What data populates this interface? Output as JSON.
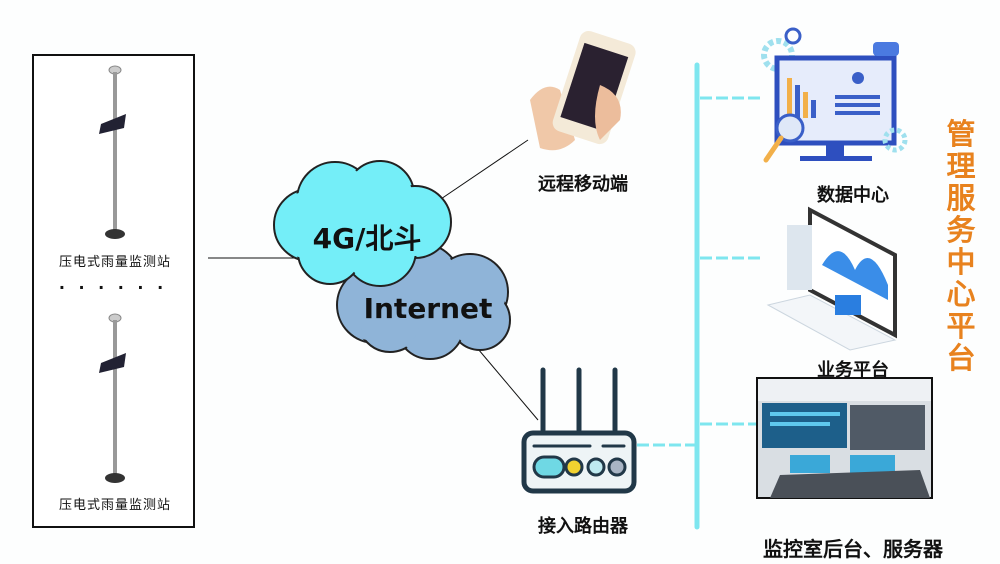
{
  "stations": {
    "label_top": "压电式雨量监测站",
    "label_bottom": "压电式雨量监测站",
    "ellipsis": "· · · · · ·"
  },
  "clouds": {
    "cellular": "4G/北斗",
    "internet": "Internet"
  },
  "mobile": {
    "label": "远程移动端"
  },
  "router": {
    "label": "接入路由器"
  },
  "platform": {
    "title": "管理服务中心平台",
    "items": [
      {
        "label": "数据中心"
      },
      {
        "label": "业务平台"
      },
      {
        "label": "监控室后台、服务器"
      }
    ]
  },
  "colors": {
    "bus": "#7ee6ef",
    "title": "#e8821e",
    "cloud_cyan": "#74eef8",
    "cloud_blue": "#8fb4d8"
  }
}
